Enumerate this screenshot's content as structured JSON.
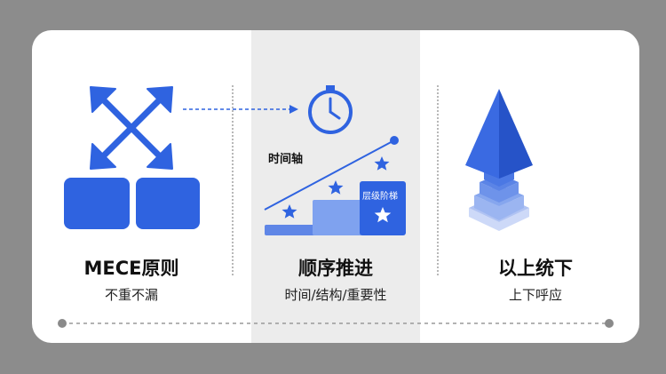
{
  "columns": [
    {
      "title": "MECE原则",
      "subtitle": "不重不漏",
      "icon": "cross-arrows-icon"
    },
    {
      "title": "顺序推进",
      "subtitle": "时间/结构/重要性",
      "icon": "clock-icon",
      "axis_label": "时间轴",
      "ladder_label": "层级阶梯"
    },
    {
      "title": "以上统下",
      "subtitle": "上下呼应",
      "icon": "pyramid-icon"
    }
  ],
  "colors": {
    "primary": "#2f63e0",
    "light_blue": "#7fa2ef",
    "background": "#8c8c8c",
    "band": "#ececec"
  }
}
